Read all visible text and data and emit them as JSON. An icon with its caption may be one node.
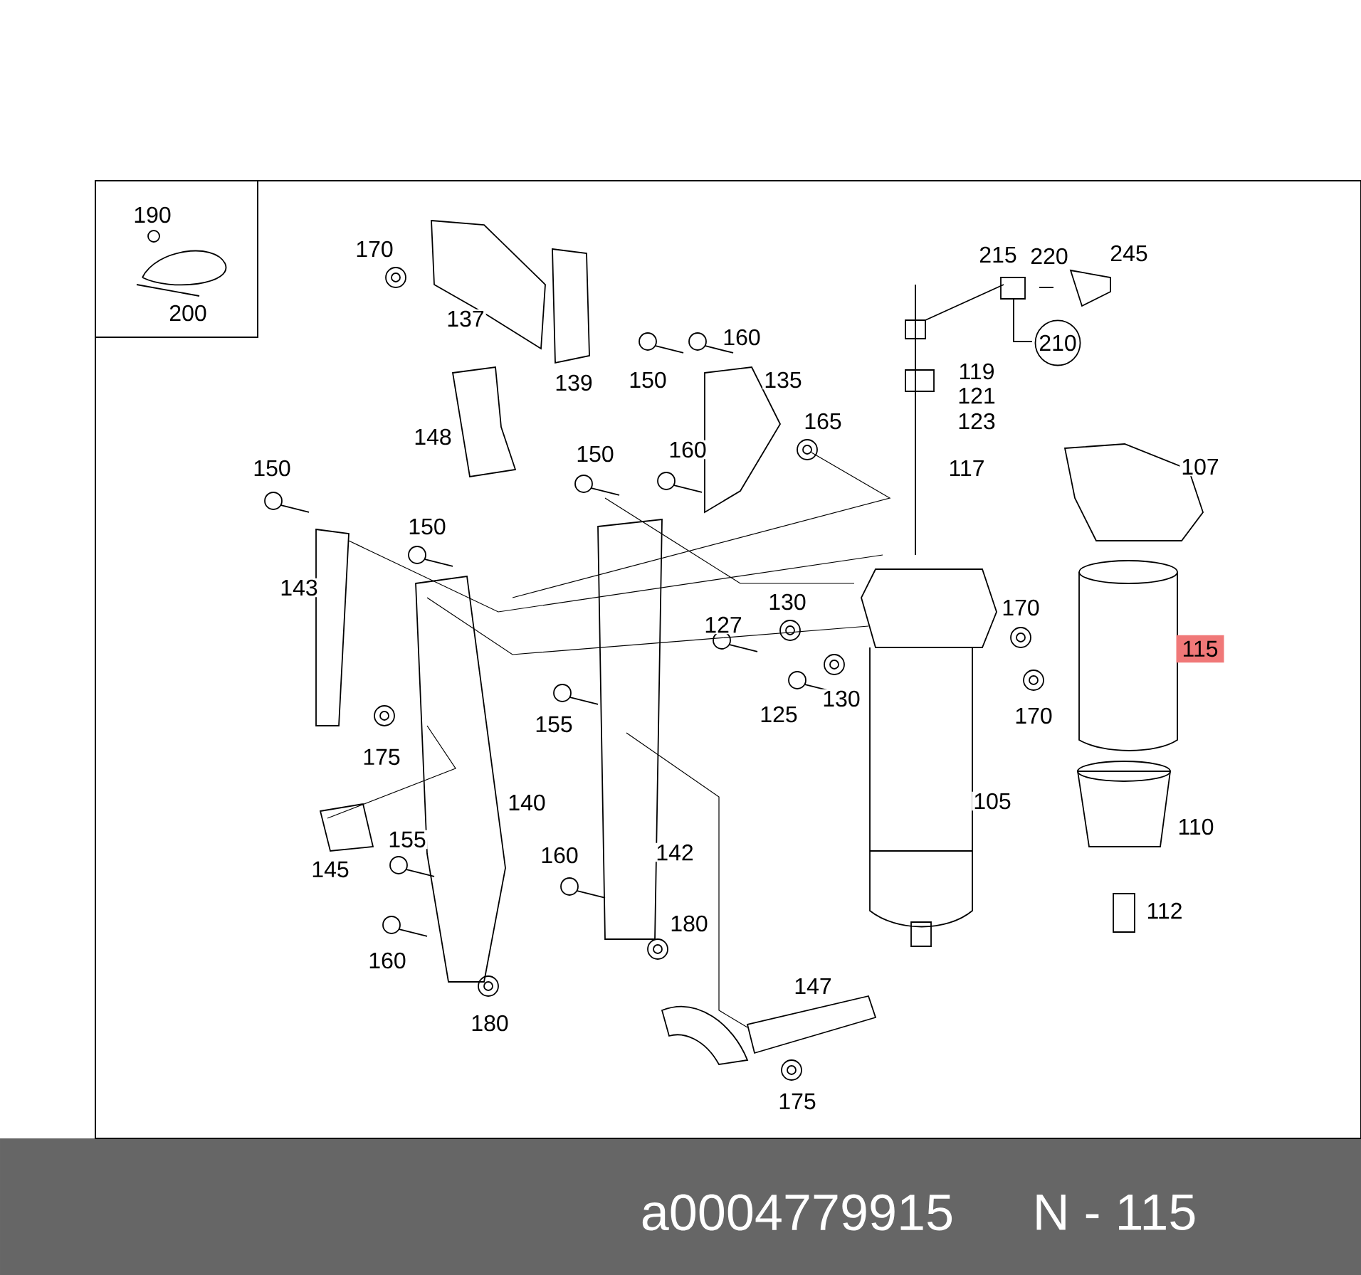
{
  "diagram": {
    "labels": [
      "190",
      "200",
      "170",
      "137",
      "139",
      "150",
      "160",
      "135",
      "148",
      "165",
      "215",
      "220",
      "245",
      "210",
      "119",
      "121",
      "123",
      "117",
      "150",
      "160",
      "150",
      "107",
      "150",
      "143",
      "130",
      "127",
      "170",
      "115",
      "125",
      "130",
      "170",
      "155",
      "175",
      "140",
      "105",
      "155",
      "145",
      "160",
      "142",
      "110",
      "180",
      "112",
      "160",
      "147",
      "180",
      "175",
      "a0004779915",
      "N - 115"
    ]
  }
}
